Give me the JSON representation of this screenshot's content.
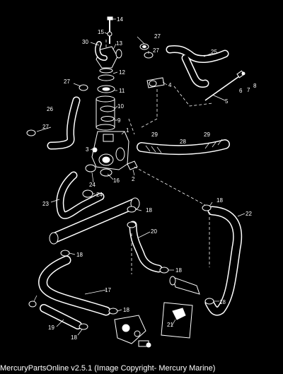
{
  "caption": "MercuryPartsOnline v2.5.1 (Image Copyright- Mercury Marine)",
  "callouts": {
    "c1": "1",
    "c2": "2",
    "c3": "3",
    "c4": "4",
    "c5": "5",
    "c6": "6",
    "c7": "7",
    "c8": "8",
    "c9": "9",
    "c10": "10",
    "c11": "11",
    "c12": "12",
    "c13": "13",
    "c14": "14",
    "c15": "15",
    "c16": "16",
    "c17": "17",
    "c18a": "18",
    "c18b": "18",
    "c18c": "18",
    "c18d": "18",
    "c18e": "18",
    "c18f": "18",
    "c18g": "18",
    "c19": "19",
    "c20": "20",
    "c21": "21",
    "c22": "22",
    "c23": "23",
    "c24a": "24",
    "c24b": "24",
    "c25": "25",
    "c26": "26",
    "c27a": "27",
    "c27b": "27",
    "c27c": "27",
    "c27d": "27",
    "c28": "28",
    "c29a": "29",
    "c29b": "29",
    "c30": "30"
  }
}
